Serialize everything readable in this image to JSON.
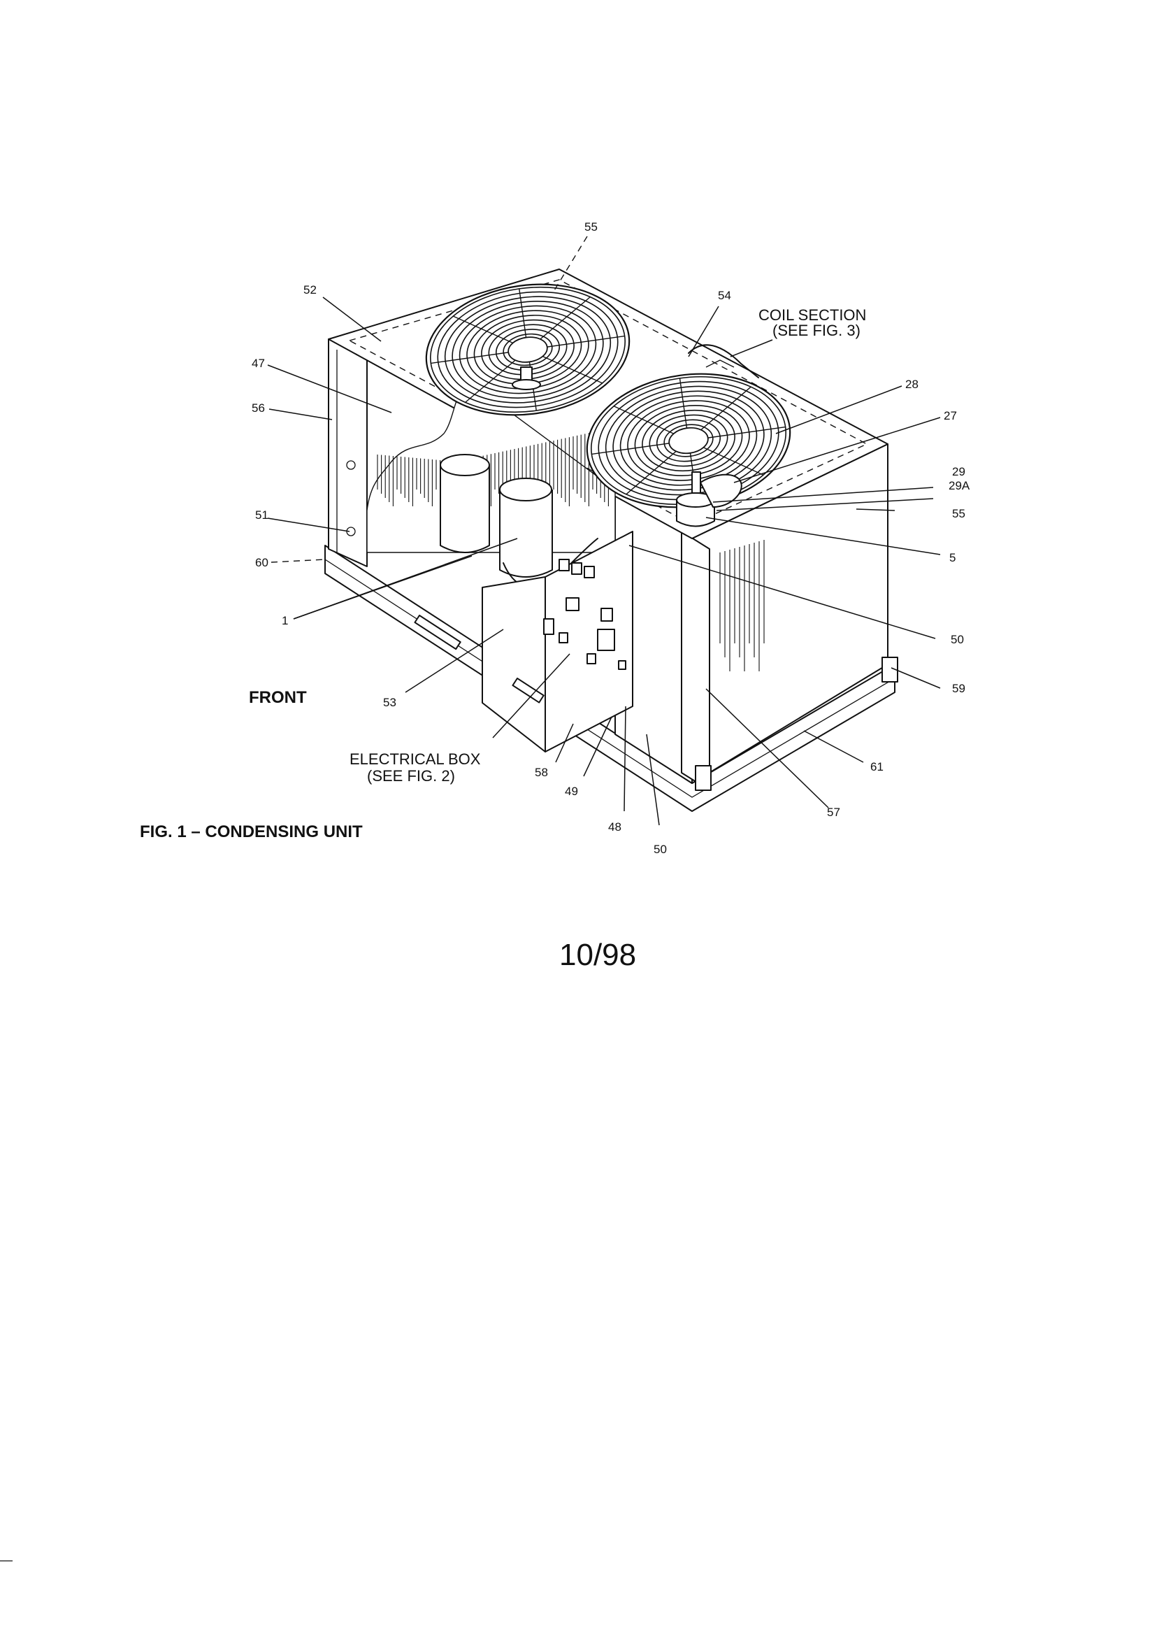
{
  "figure": {
    "caption": "FIG. 1 – CONDENSING UNIT",
    "date": "10/98"
  },
  "labels": {
    "front": "FRONT",
    "coil_section_line1": "COIL SECTION",
    "coil_section_line2": "(SEE FIG. 3)",
    "electrical_box_line1": "ELECTRICAL BOX",
    "electrical_box_line2": "(SEE FIG. 2)"
  },
  "callouts": {
    "c1": "1",
    "c5": "5",
    "c27": "27",
    "c28": "28",
    "c29": "29",
    "c29a": "29A",
    "c47": "47",
    "c48": "48",
    "c49": "49",
    "c50a": "50",
    "c50b": "50",
    "c51": "51",
    "c52": "52",
    "c53": "53",
    "c54": "54",
    "c55a": "55",
    "c55b": "55",
    "c56": "56",
    "c57": "57",
    "c58": "58",
    "c59": "59",
    "c60": "60",
    "c61": "61"
  }
}
